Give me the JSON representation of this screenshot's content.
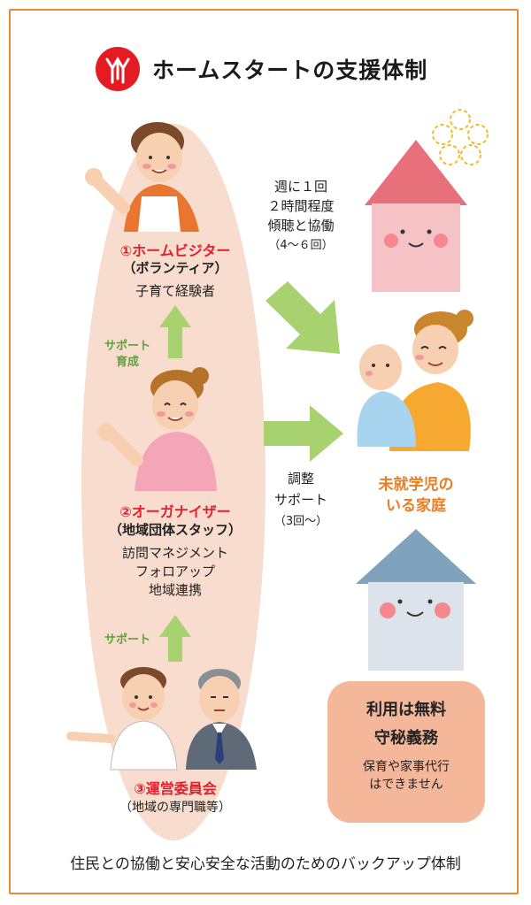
{
  "title": "ホームスタートの支援体制",
  "visitor": {
    "name": "①ホームビジター",
    "role": "（ボランティア）",
    "desc": "子育て経験者"
  },
  "support_nurture": [
    "サポート",
    "育成"
  ],
  "organizer": {
    "name": "②オーガナイザー",
    "role": "（地域団体スタッフ）",
    "desc": [
      "訪問マネジメント",
      "フォロアップ",
      "地域連携"
    ]
  },
  "support_label": "サポート",
  "committee": {
    "name": "③運営委員会",
    "role": "（地域の専門職等）"
  },
  "visit_info": [
    "週に１回",
    "２時間程度",
    "傾聴と協働",
    "（4〜６回）"
  ],
  "coordination": [
    "調整",
    "サポート",
    "（3回〜）"
  ],
  "family": [
    "未就学児の",
    "いる家庭"
  ],
  "free_box": {
    "line1": "利用は無料",
    "line2": "守秘義務",
    "line3": [
      "保育や家事代行",
      "はできません"
    ]
  },
  "footer": "住民との協働と安心安全な活動のためのバックアップ体制",
  "colors": {
    "frame": "#e8893a",
    "logo": "#e51b23",
    "oval": "#f8dccd",
    "arrow": "#a7d26f",
    "red_label": "#e31f2e",
    "orange_label": "#ee7d21",
    "green_label": "#5aa43a",
    "free_box": "#f5b799"
  },
  "icons": [
    "home-start-logo-icon",
    "volunteer-woman-icon",
    "organizer-woman-icon",
    "doctor-icon",
    "businessman-icon",
    "pink-house-icon",
    "blue-house-icon",
    "mother-baby-icon",
    "flower-icon",
    "arrow-up-icon",
    "arrow-right-icon",
    "arrow-down-right-icon"
  ]
}
